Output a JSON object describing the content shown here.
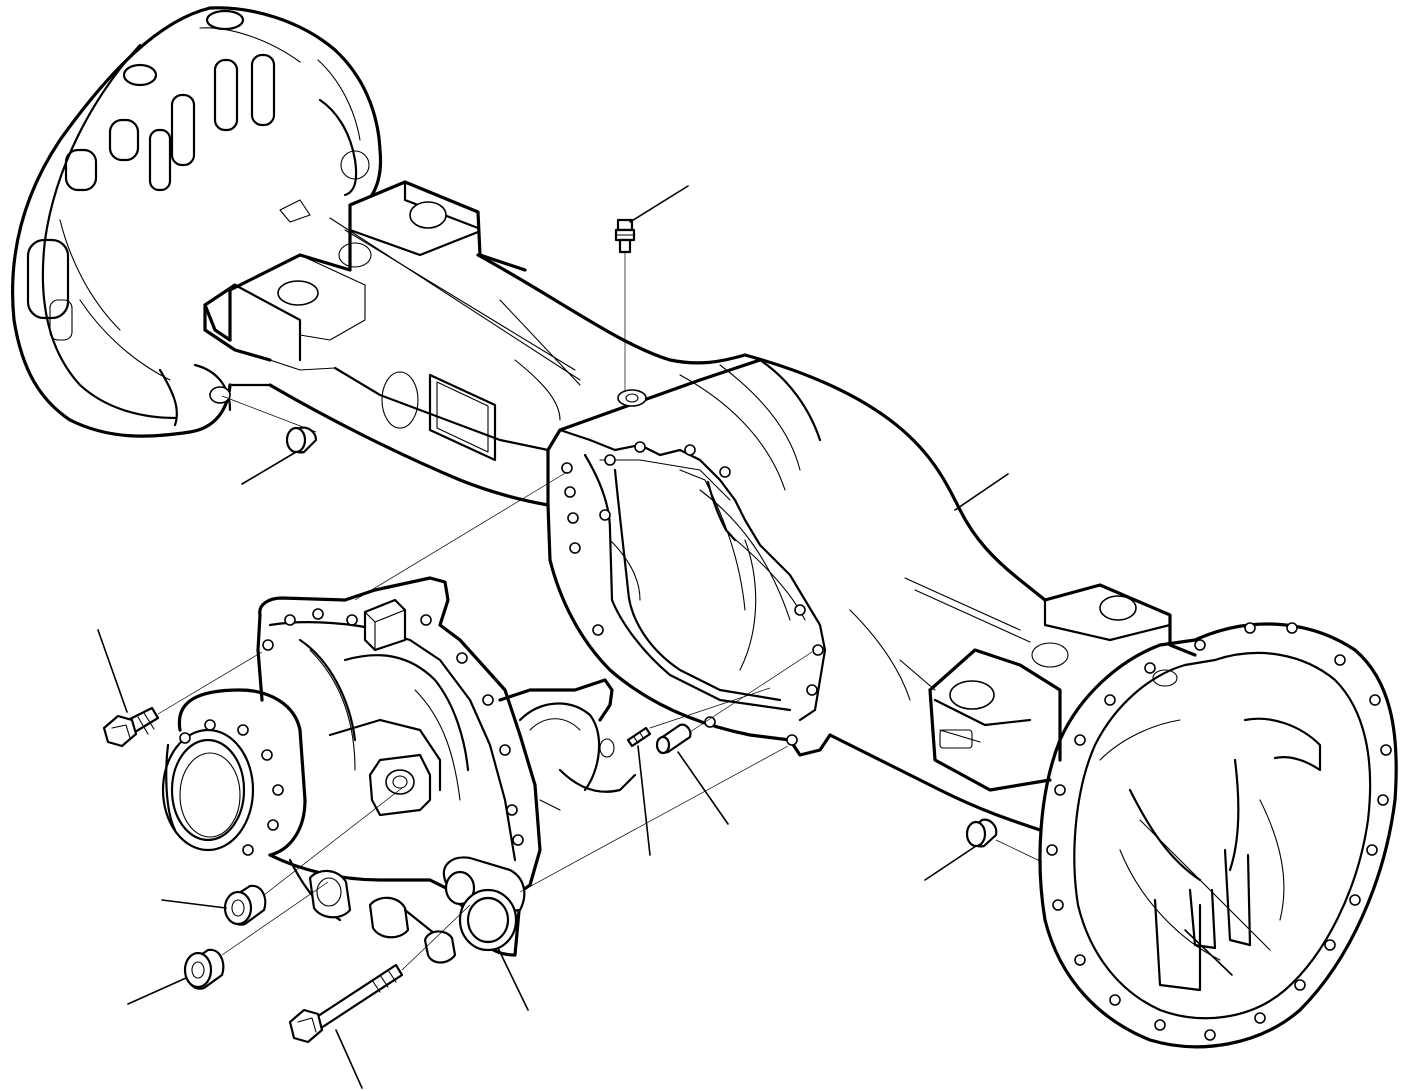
{
  "figure": {
    "line_color": "#000000",
    "background": "#ffffff",
    "parts": [
      {
        "id": "axle-housing",
        "kind": "housing"
      },
      {
        "id": "breather",
        "kind": "fitting"
      },
      {
        "id": "plug-left",
        "kind": "plug"
      },
      {
        "id": "plug-right",
        "kind": "plug"
      },
      {
        "id": "differential-carrier",
        "kind": "carrier"
      },
      {
        "id": "flange-bolt",
        "kind": "bolt"
      },
      {
        "id": "long-bolt",
        "kind": "bolt"
      },
      {
        "id": "dowel-pin",
        "kind": "pin"
      },
      {
        "id": "small-screw",
        "kind": "screw"
      },
      {
        "id": "plug-a",
        "kind": "plug"
      },
      {
        "id": "plug-b",
        "kind": "plug"
      }
    ]
  }
}
